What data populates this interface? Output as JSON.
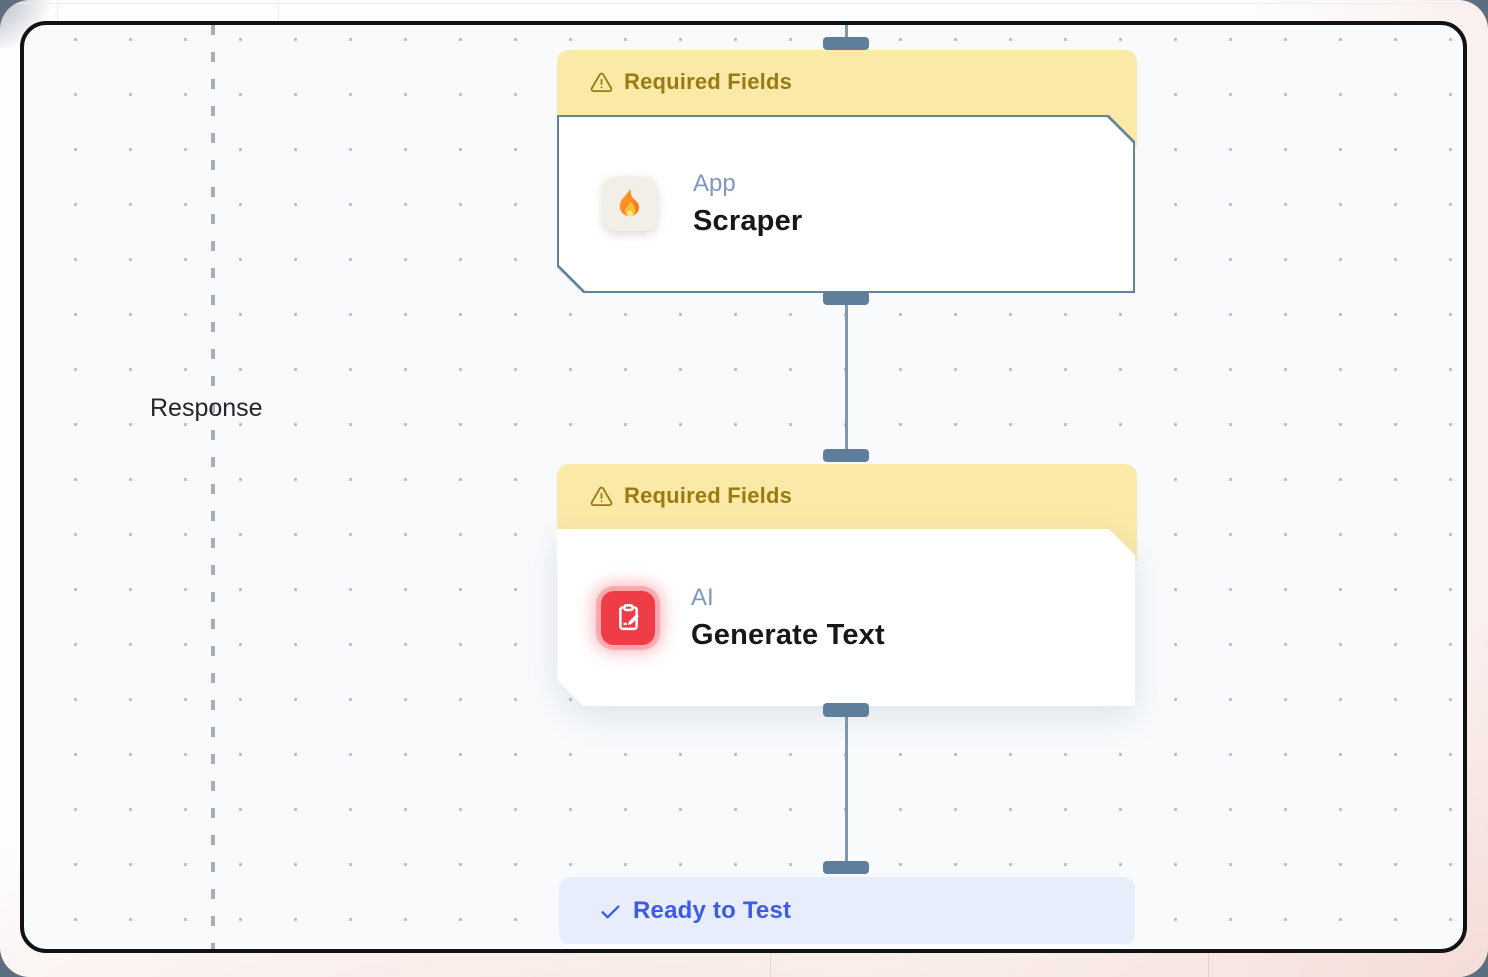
{
  "canvas": {
    "response_label": "Response"
  },
  "nodes": [
    {
      "status": "Required Fields",
      "status_type": "warning",
      "category": "App",
      "title": "Scraper",
      "icon": "fire-icon"
    },
    {
      "status": "Required Fields",
      "status_type": "warning",
      "category": "AI",
      "title": "Generate Text",
      "icon": "clipboard-pen-icon"
    },
    {
      "status": "Ready to Test",
      "status_type": "ready",
      "icon": "check-icon"
    }
  ],
  "colors": {
    "frame_border": "#111214",
    "canvas_bg": "#f8fafc",
    "grid_dot": "#b9bec6",
    "backdrop": "#5d6e80",
    "sheet_bg": "#fdfdfe",
    "pink_tint": "#f5ddd8",
    "banner_warning_bg": "#fbe9a8",
    "banner_warning_text": "#9a7b12",
    "banner_ready_bg": "#e8edfb",
    "banner_ready_text": "#3d5be6",
    "node_border": "#64819e",
    "node_bg": "#ffffff",
    "category_text": "#7e99bb",
    "title_text": "#17181b",
    "connector": "#7d98b3",
    "handle": "#5f7e9c",
    "response_text": "#232529",
    "dashed_line": "#a8adb4",
    "fire_box_bg": "#f2efe8",
    "ai_icon_bg": "#ee3d47"
  }
}
